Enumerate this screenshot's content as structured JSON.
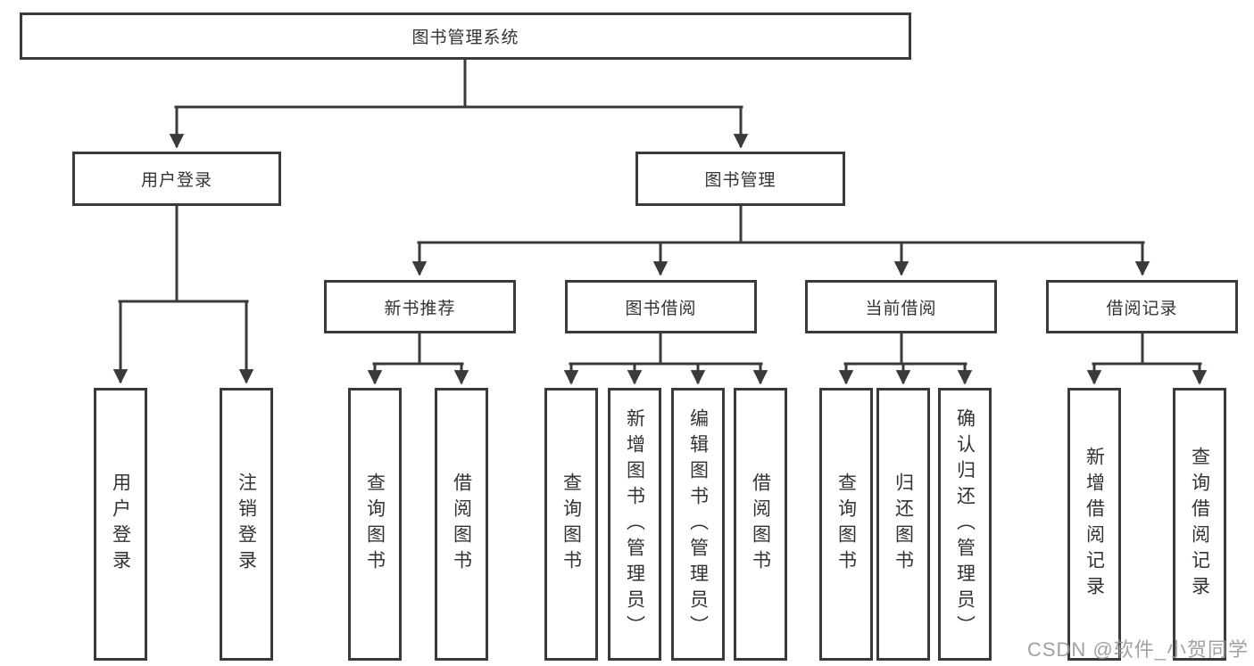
{
  "tree": {
    "root": "图书管理系统",
    "user_login": {
      "label": "用户登录",
      "children": [
        "用户登录",
        "注销登录"
      ]
    },
    "book_mgmt": {
      "label": "图书管理",
      "groups": [
        {
          "label": "新书推荐",
          "children": [
            "查询图书",
            "借阅图书"
          ]
        },
        {
          "label": "图书借阅",
          "children": [
            "查询图书",
            "新增图书（管理员）",
            "编辑图书（管理员）",
            "借阅图书"
          ]
        },
        {
          "label": "当前借阅",
          "children": [
            "查询图书",
            "归还图书",
            "确认归还（管理员）"
          ]
        },
        {
          "label": "借阅记录",
          "children": [
            "新增借阅记录",
            "查询借阅记录"
          ]
        }
      ]
    }
  },
  "watermark": "CSDN @软件_小贺同学",
  "colors": {
    "line": "#3a3a3a",
    "text": "#333333",
    "watermark": "#979797",
    "background": "#ffffff"
  }
}
